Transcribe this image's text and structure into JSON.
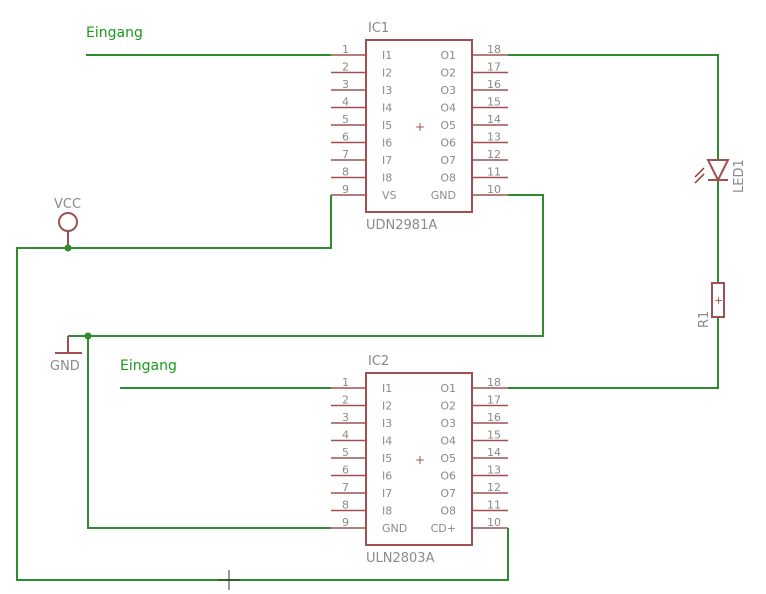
{
  "colors": {
    "wire": "#2e8b2e",
    "body": "#a05050",
    "pin": "#a05050",
    "text": "#8a8a8a",
    "net_label": "#1a9a1a",
    "led_arrow": "#a03030"
  },
  "ic1": {
    "ref": "IC1",
    "value": "UDN2981A",
    "left_pins": [
      {
        "num": "1",
        "label": "I1"
      },
      {
        "num": "2",
        "label": "I2"
      },
      {
        "num": "3",
        "label": "I3"
      },
      {
        "num": "4",
        "label": "I4"
      },
      {
        "num": "5",
        "label": "I5"
      },
      {
        "num": "6",
        "label": "I6"
      },
      {
        "num": "7",
        "label": "I7"
      },
      {
        "num": "8",
        "label": "I8"
      },
      {
        "num": "9",
        "label": "VS"
      }
    ],
    "right_pins": [
      {
        "num": "18",
        "label": "O1"
      },
      {
        "num": "17",
        "label": "O2"
      },
      {
        "num": "16",
        "label": "O3"
      },
      {
        "num": "15",
        "label": "O4"
      },
      {
        "num": "14",
        "label": "O5"
      },
      {
        "num": "13",
        "label": "O6"
      },
      {
        "num": "12",
        "label": "O7"
      },
      {
        "num": "11",
        "label": "O8"
      },
      {
        "num": "10",
        "label": "GND"
      }
    ]
  },
  "ic2": {
    "ref": "IC2",
    "value": "ULN2803A",
    "left_pins": [
      {
        "num": "1",
        "label": "I1"
      },
      {
        "num": "2",
        "label": "I2"
      },
      {
        "num": "3",
        "label": "I3"
      },
      {
        "num": "4",
        "label": "I4"
      },
      {
        "num": "5",
        "label": "I5"
      },
      {
        "num": "6",
        "label": "I6"
      },
      {
        "num": "7",
        "label": "I7"
      },
      {
        "num": "8",
        "label": "I8"
      },
      {
        "num": "9",
        "label": "GND"
      }
    ],
    "right_pins": [
      {
        "num": "18",
        "label": "O1"
      },
      {
        "num": "17",
        "label": "O2"
      },
      {
        "num": "16",
        "label": "O3"
      },
      {
        "num": "15",
        "label": "O4"
      },
      {
        "num": "14",
        "label": "O5"
      },
      {
        "num": "13",
        "label": "O6"
      },
      {
        "num": "12",
        "label": "O7"
      },
      {
        "num": "11",
        "label": "O8"
      },
      {
        "num": "10",
        "label": "CD+"
      }
    ]
  },
  "labels": {
    "eingang1": "Eingang",
    "eingang2": "Eingang",
    "vcc": "VCC",
    "gnd": "GND",
    "led": "LED1",
    "resistor": "R1",
    "origin_mark": "+"
  }
}
